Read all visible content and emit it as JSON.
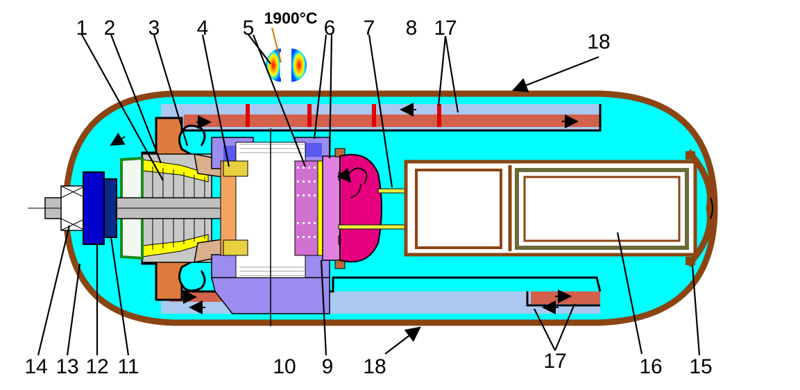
{
  "temperature_label": "1900°C",
  "part_numbers": [
    "1",
    "2",
    "3",
    "4",
    "5",
    "6",
    "7",
    "8",
    "17",
    "18",
    "14",
    "13",
    "12",
    "11",
    "10",
    "9",
    "18",
    "17",
    "16",
    "15"
  ],
  "colors": {
    "coolant": "#00ffff",
    "vessel_shell": "#8b4513",
    "flow_channel": "#d2604a",
    "gas_gap": "#aac8f0",
    "reflector": "#9b8cf0",
    "core_chamber": "#ffffff",
    "turbine_disk": "#e5007e",
    "generator_housing": "#8b4513",
    "compressor_casing": "#e07a3c",
    "bearing_blue": "#0000cc",
    "arrow_red": "#cc0000"
  }
}
